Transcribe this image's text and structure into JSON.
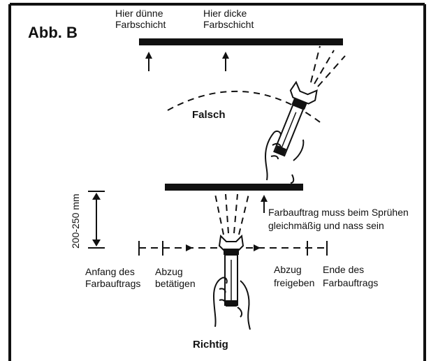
{
  "figure": {
    "title": "Abb. B",
    "top": {
      "thin_label": [
        "Hier dünne",
        "Farbschicht"
      ],
      "thick_label": [
        "Hier dicke",
        "Farbschicht"
      ],
      "wrong_label": "Falsch"
    },
    "bottom": {
      "distance_label": "200-250 mm",
      "coat_label": [
        "Farbauftrag muss beim Sprühen",
        "gleichmäßig und nass sein"
      ],
      "start_label": [
        "Anfang des",
        "Farbauftrags"
      ],
      "trigger_pull_label": [
        "Abzug",
        "betätigen"
      ],
      "trigger_release_label": [
        "Abzug",
        "freigeben"
      ],
      "end_label": [
        "Ende des",
        "Farbauftrags"
      ],
      "right_label": "Richtig"
    }
  }
}
